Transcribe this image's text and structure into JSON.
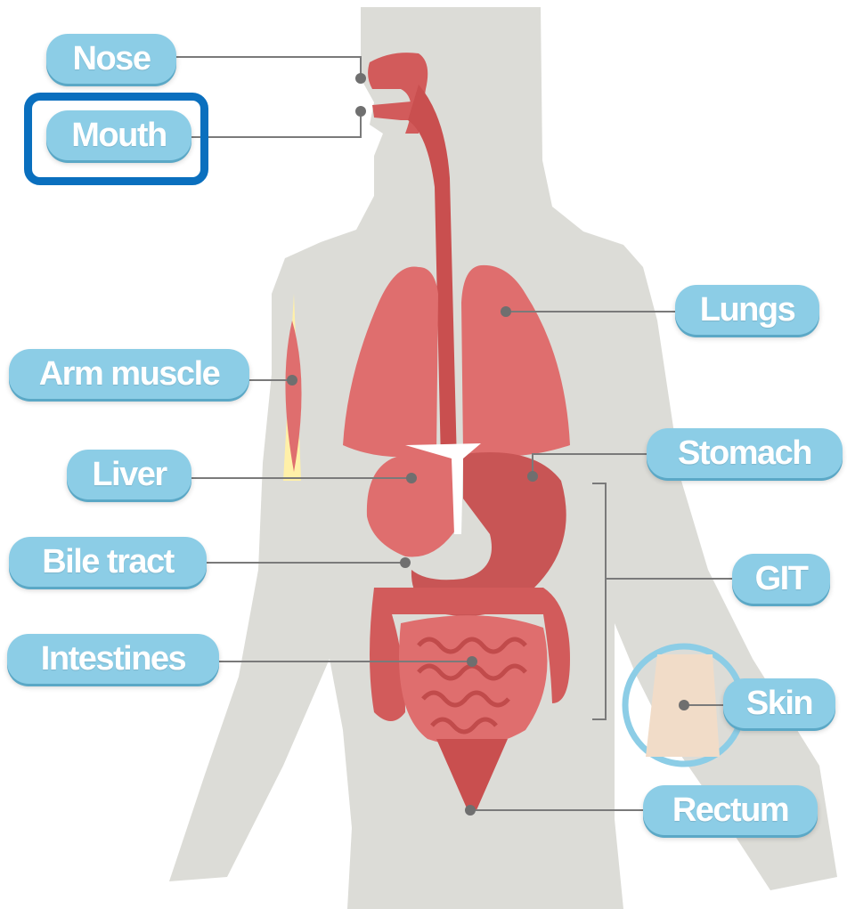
{
  "labels": {
    "nose": "Nose",
    "mouth": "Mouth",
    "lungs": "Lungs",
    "arm_muscle": "Arm muscle",
    "liver": "Liver",
    "stomach": "Stomach",
    "bile_tract": "Bile tract",
    "git": "GIT",
    "intestines": "Intestines",
    "skin": "Skin",
    "rectum": "Rectum"
  },
  "highlighted_label": "mouth",
  "colors": {
    "body_silhouette": "#dcdcd7",
    "organ": "#df6e6e",
    "organ_dark": "#c85555",
    "label_fill": "#8ccde6",
    "label_text": "#ffffff",
    "leader_line": "#7a7a7a",
    "highlight_box": "#0a6fbe"
  }
}
